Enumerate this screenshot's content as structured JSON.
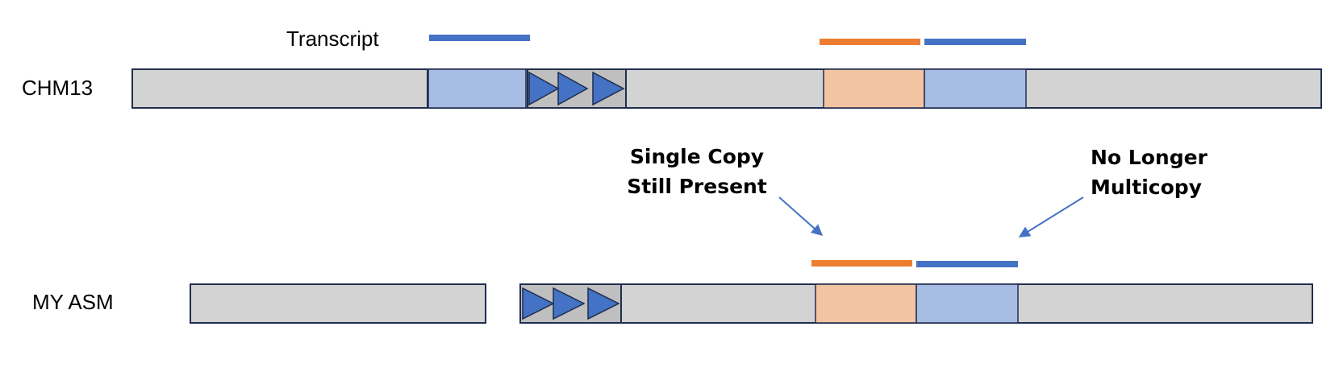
{
  "colors": {
    "background_segment": "#d3d3d3",
    "outline": "#1f2d4e",
    "blue_region": "#a8bde3",
    "orange_region": "#f2c4a2",
    "repeat_box": "#bfbfbf",
    "repeat_triangle": "#4472c4",
    "transcript_blue": "#4472c4",
    "transcript_orange": "#ed7d31",
    "arrow": "#4472c4"
  },
  "legend": {
    "transcript_label": "Transcript"
  },
  "tracks": {
    "chm13": {
      "label": "CHM13"
    },
    "my_asm": {
      "label": "MY ASM"
    }
  },
  "callouts": {
    "single_copy": {
      "line1": "Single Copy",
      "line2": "Still Present"
    },
    "no_longer_multicopy": {
      "line1": "No Longer",
      "line2": "Multicopy"
    }
  },
  "icons": {
    "repeat_triangle": "play-triangle-icon",
    "arrow": "arrow-icon"
  }
}
